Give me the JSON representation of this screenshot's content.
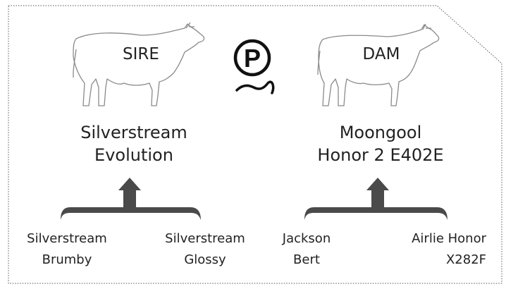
{
  "poll_badge": {
    "letter": "P",
    "icon": "polled-icon"
  },
  "sire": {
    "label": "SIRE",
    "name_line1": "Silverstream",
    "name_line2": "Evolution",
    "parent_left": {
      "line1": "Silverstream",
      "line2": "Brumby"
    },
    "parent_right": {
      "line1": "Silverstream",
      "line2": "Glossy"
    }
  },
  "dam": {
    "label": "DAM",
    "name_line1": "Moongool",
    "name_line2": "Honor 2 E402E",
    "parent_left": {
      "line1": "Jackson",
      "line2": "Bert"
    },
    "parent_right": {
      "line1": "Airlie Honor",
      "line2": "X282F"
    }
  },
  "colors": {
    "border": "#555555",
    "bracket": "#4a4a4a",
    "text": "#222222"
  }
}
